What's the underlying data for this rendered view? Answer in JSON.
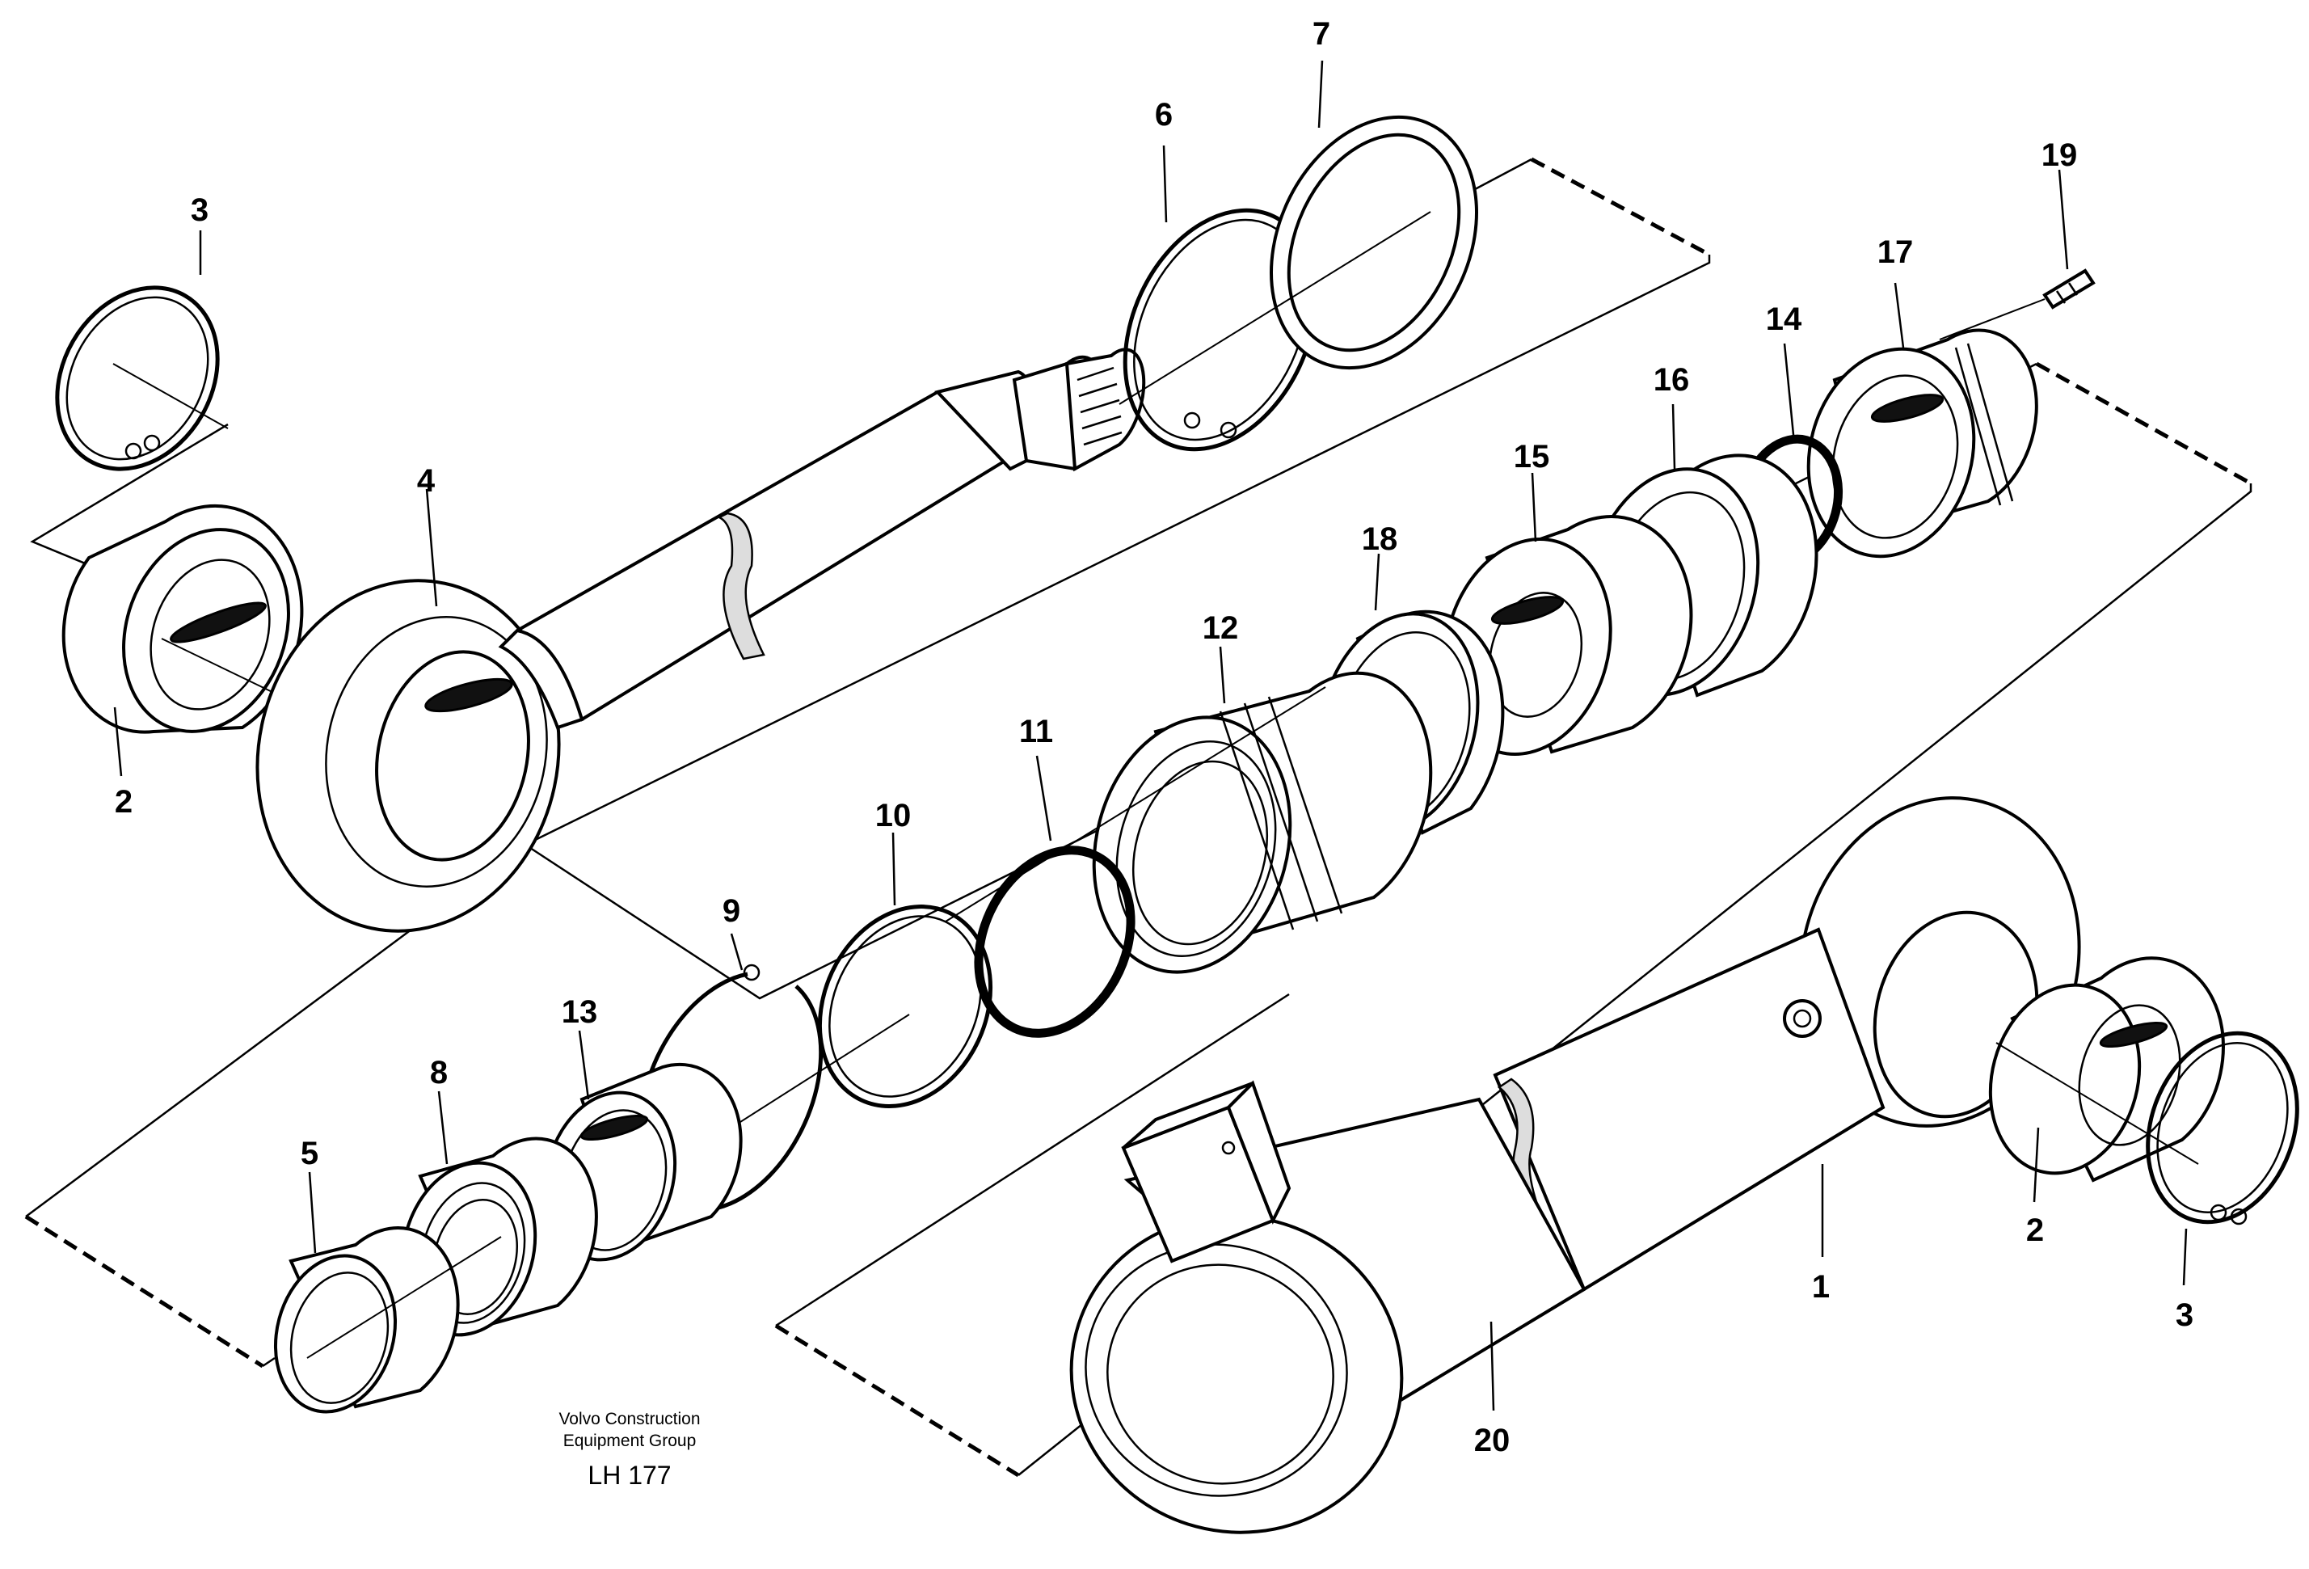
{
  "callouts": {
    "c1": "1",
    "c2_left": "2",
    "c2_right": "2",
    "c3_left": "3",
    "c3_right": "3",
    "c4": "4",
    "c5": "5",
    "c6": "6",
    "c7": "7",
    "c8": "8",
    "c9": "9",
    "c10": "10",
    "c11": "11",
    "c12": "12",
    "c13": "13",
    "c14": "14",
    "c15": "15",
    "c16": "16",
    "c17": "17",
    "c18": "18",
    "c19": "19",
    "c20": "20"
  },
  "credit": {
    "line1": "Volvo Construction",
    "line2": "Equipment Group",
    "code": "LH 177"
  }
}
